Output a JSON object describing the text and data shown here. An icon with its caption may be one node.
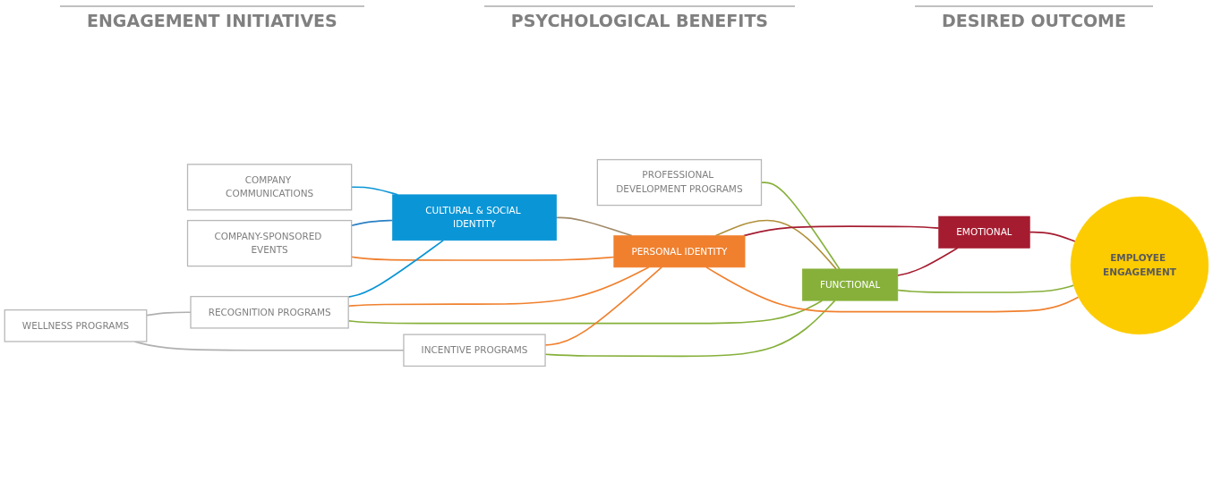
{
  "diagram": {
    "nodes": [
      {
        "text": [
          "COMPANY COMMUNICATIONS"
        ]
      },
      {
        "text": [
          "COMPANY-SPONSORED EVENTS"
        ]
      },
      {
        "text": [
          "RECOGNITION PROGRAMS"
        ]
      },
      {
        "text": [
          "INCENTIVE PROGRAMS"
        ]
      },
      {
        "text": [
          "PROFESSIONAL DEVELOPMENT PROGRAMS"
        ]
      },
      {
        "text": [
          "WELLNESS PROGRAMS"
        ]
      },
      {
        "text": [
          "CULTURAL & SOCIAL IDENTITY"
        ]
      },
      {
        "text": [
          "PERSONAL IDENTITY"
        ]
      },
      {
        "text": [
          "FUNCTIONAL"
        ]
      },
      {
        "text": [
          "EMOTIONAL"
        ]
      },
      {
        "text": [
          "EMPLOYEE ENGAGEMENT"
        ]
      }
    ],
    "edges": [
      {
        "from": 5,
        "to": 2,
        "arrow": "none",
        "color": "#b0b0b0"
      },
      {
        "from": 5,
        "to": 3,
        "arrow": "none",
        "color": "#b0b0b0"
      },
      {
        "from": 0,
        "to": 6,
        "arrow": "none",
        "color": "#0a95d6"
      },
      {
        "from": 1,
        "to": 6,
        "arrow": "none",
        "color": "#2b80c4"
      },
      {
        "from": 1,
        "to": 7,
        "arrow": "none",
        "color": "#f0802e"
      },
      {
        "from": 2,
        "to": 6,
        "arrow": "none",
        "color": "#0a95d6"
      },
      {
        "from": 2,
        "to": 7,
        "arrow": "none",
        "color": "#f0802e"
      },
      {
        "from": 2,
        "to": 8,
        "arrow": "none",
        "color": "#86b03a"
      },
      {
        "from": 3,
        "to": 7,
        "arrow": "none",
        "color": "#f0802e"
      },
      {
        "from": 3,
        "to": 8,
        "arrow": "none",
        "color": "#86b03a"
      },
      {
        "from": 4,
        "to": 8,
        "arrow": "none",
        "color": "#86b03a"
      },
      {
        "from": 6,
        "to": 7,
        "arrow": "none",
        "color": "#a08a6a"
      },
      {
        "from": 7,
        "to": 8,
        "arrow": "none",
        "color": "#b0903a"
      },
      {
        "from": 7,
        "to": 9,
        "arrow": "none",
        "color": "#a51c30"
      },
      {
        "from": 8,
        "to": 9,
        "arrow": "none",
        "color": "#a51c30"
      },
      {
        "from": 7,
        "to": 10,
        "arrow": "none",
        "color": "#f0802e"
      },
      {
        "from": 9,
        "to": 10,
        "arrow": "none",
        "color": "#a51c30"
      },
      {
        "from": 8,
        "to": 10,
        "arrow": "none",
        "color": "#86b03a"
      }
    ],
    "labels": [
      "ENGAGEMENT INITIATIVES",
      "PSYCHOLOGICAL BENEFITS",
      "DESIRED OUTCOME"
    ]
  }
}
